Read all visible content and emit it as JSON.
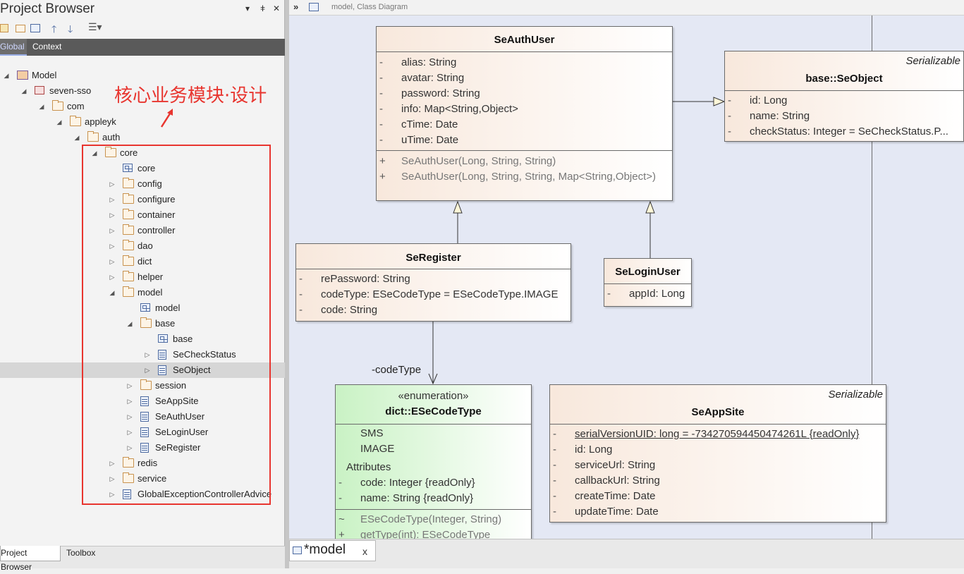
{
  "project_browser": {
    "title": "Project Browser",
    "title_controls": {
      "dropdown": "▾",
      "pin": " ᵖ",
      "close": "✕"
    },
    "tabs": {
      "global": "Global",
      "context": "Context"
    },
    "tree": [
      {
        "label": "Model",
        "depth": 0,
        "toggle": "◢",
        "icon": "model-root"
      },
      {
        "label": "seven-sso",
        "depth": 1,
        "toggle": "◢",
        "icon": "project"
      },
      {
        "label": "com",
        "depth": 2,
        "toggle": "◢",
        "icon": "folder"
      },
      {
        "label": "appleyk",
        "depth": 3,
        "toggle": "◢",
        "icon": "folder"
      },
      {
        "label": "auth",
        "depth": 4,
        "toggle": "◢",
        "icon": "folder"
      },
      {
        "label": "core",
        "depth": 5,
        "toggle": "◢",
        "icon": "folder"
      },
      {
        "label": "core",
        "depth": 6,
        "toggle": "",
        "icon": "diagram"
      },
      {
        "label": "config",
        "depth": 6,
        "toggle": "▷",
        "icon": "folder"
      },
      {
        "label": "configure",
        "depth": 6,
        "toggle": "▷",
        "icon": "folder"
      },
      {
        "label": "container",
        "depth": 6,
        "toggle": "▷",
        "icon": "folder"
      },
      {
        "label": "controller",
        "depth": 6,
        "toggle": "▷",
        "icon": "folder"
      },
      {
        "label": "dao",
        "depth": 6,
        "toggle": "▷",
        "icon": "folder"
      },
      {
        "label": "dict",
        "depth": 6,
        "toggle": "▷",
        "icon": "folder"
      },
      {
        "label": "helper",
        "depth": 6,
        "toggle": "▷",
        "icon": "folder"
      },
      {
        "label": "model",
        "depth": 6,
        "toggle": "◢",
        "icon": "folder"
      },
      {
        "label": "model",
        "depth": 7,
        "toggle": "",
        "icon": "diagram"
      },
      {
        "label": "base",
        "depth": 7,
        "toggle": "◢",
        "icon": "folder"
      },
      {
        "label": "base",
        "depth": 8,
        "toggle": "",
        "icon": "diagram"
      },
      {
        "label": "SeCheckStatus",
        "depth": 8,
        "toggle": "▷",
        "icon": "class"
      },
      {
        "label": "SeObject",
        "depth": 8,
        "toggle": "▷",
        "icon": "class",
        "selected": true
      },
      {
        "label": "session",
        "depth": 7,
        "toggle": "▷",
        "icon": "folder"
      },
      {
        "label": "SeAppSite",
        "depth": 7,
        "toggle": "▷",
        "icon": "class"
      },
      {
        "label": "SeAuthUser",
        "depth": 7,
        "toggle": "▷",
        "icon": "class"
      },
      {
        "label": "SeLoginUser",
        "depth": 7,
        "toggle": "▷",
        "icon": "class"
      },
      {
        "label": "SeRegister",
        "depth": 7,
        "toggle": "▷",
        "icon": "class"
      },
      {
        "label": "redis",
        "depth": 6,
        "toggle": "▷",
        "icon": "folder"
      },
      {
        "label": "service",
        "depth": 6,
        "toggle": "▷",
        "icon": "folder"
      },
      {
        "label": "GlobalExceptionControllerAdvice",
        "depth": 6,
        "toggle": "▷",
        "icon": "class"
      }
    ],
    "annotation": "核心业务模块·设计",
    "annotation_color": "#e8352f",
    "bottom_tabs": {
      "project_browser": "Project Browser",
      "toolbox": "Toolbox"
    }
  },
  "diagram": {
    "header": "model,  Class Diagram",
    "doc_tab": {
      "label": "*model",
      "close": "x"
    },
    "classes": {
      "seauthuser": {
        "name": "SeAuthUser",
        "attributes": [
          {
            "vis": "-",
            "text": "alias: String"
          },
          {
            "vis": "-",
            "text": "avatar: String"
          },
          {
            "vis": "-",
            "text": "password: String"
          },
          {
            "vis": "-",
            "text": "info: Map<String,Object>"
          },
          {
            "vis": "-",
            "text": "cTime: Date"
          },
          {
            "vis": "-",
            "text": "uTime: Date"
          }
        ],
        "operations": [
          {
            "vis": "+",
            "text": "SeAuthUser(Long, String, String)"
          },
          {
            "vis": "+",
            "text": "SeAuthUser(Long, String, String, Map<String,Object>)"
          }
        ]
      },
      "seobject": {
        "stereotype": "Serializable",
        "name": "base::SeObject",
        "attributes": [
          {
            "vis": "-",
            "text": "id: Long"
          },
          {
            "vis": "-",
            "text": "name: String"
          },
          {
            "vis": "-",
            "text": "checkStatus: Integer = SeCheckStatus.P..."
          }
        ]
      },
      "seregister": {
        "name": "SeRegister",
        "attributes": [
          {
            "vis": "-",
            "text": "rePassword: String"
          },
          {
            "vis": "-",
            "text": "codeType: ESeCodeType = ESeCodeType.IMAGE"
          },
          {
            "vis": "-",
            "text": "code: String"
          }
        ]
      },
      "seloginuser": {
        "name": "SeLoginUser",
        "attributes": [
          {
            "vis": "-",
            "text": "appId: Long"
          }
        ]
      },
      "esecodetype": {
        "stereotype": "«enumeration»",
        "name": "dict::ESeCodeType",
        "literals": [
          "SMS",
          "IMAGE"
        ],
        "attr_heading": "Attributes",
        "attributes": [
          {
            "vis": "-",
            "text": "code: Integer {readOnly}"
          },
          {
            "vis": "-",
            "text": "name: String {readOnly}"
          }
        ],
        "operations": [
          {
            "vis": "~",
            "text": "ESeCodeType(Integer, String)"
          },
          {
            "vis": "+",
            "text": "getType(int): ESeCodeType"
          }
        ]
      },
      "seappsite": {
        "stereotype": "Serializable",
        "name": "SeAppSite",
        "attributes": [
          {
            "vis": "-",
            "text": "serialVersionUID: long = -734270594450474261L {readOnly}"
          },
          {
            "vis": "-",
            "text": "id: Long"
          },
          {
            "vis": "-",
            "text": "serviceUrl: String"
          },
          {
            "vis": "-",
            "text": "callbackUrl: String"
          },
          {
            "vis": "-",
            "text": "createTime: Date"
          },
          {
            "vis": "-",
            "text": "updateTime: Date"
          }
        ]
      }
    },
    "association_label": "-codeType"
  }
}
